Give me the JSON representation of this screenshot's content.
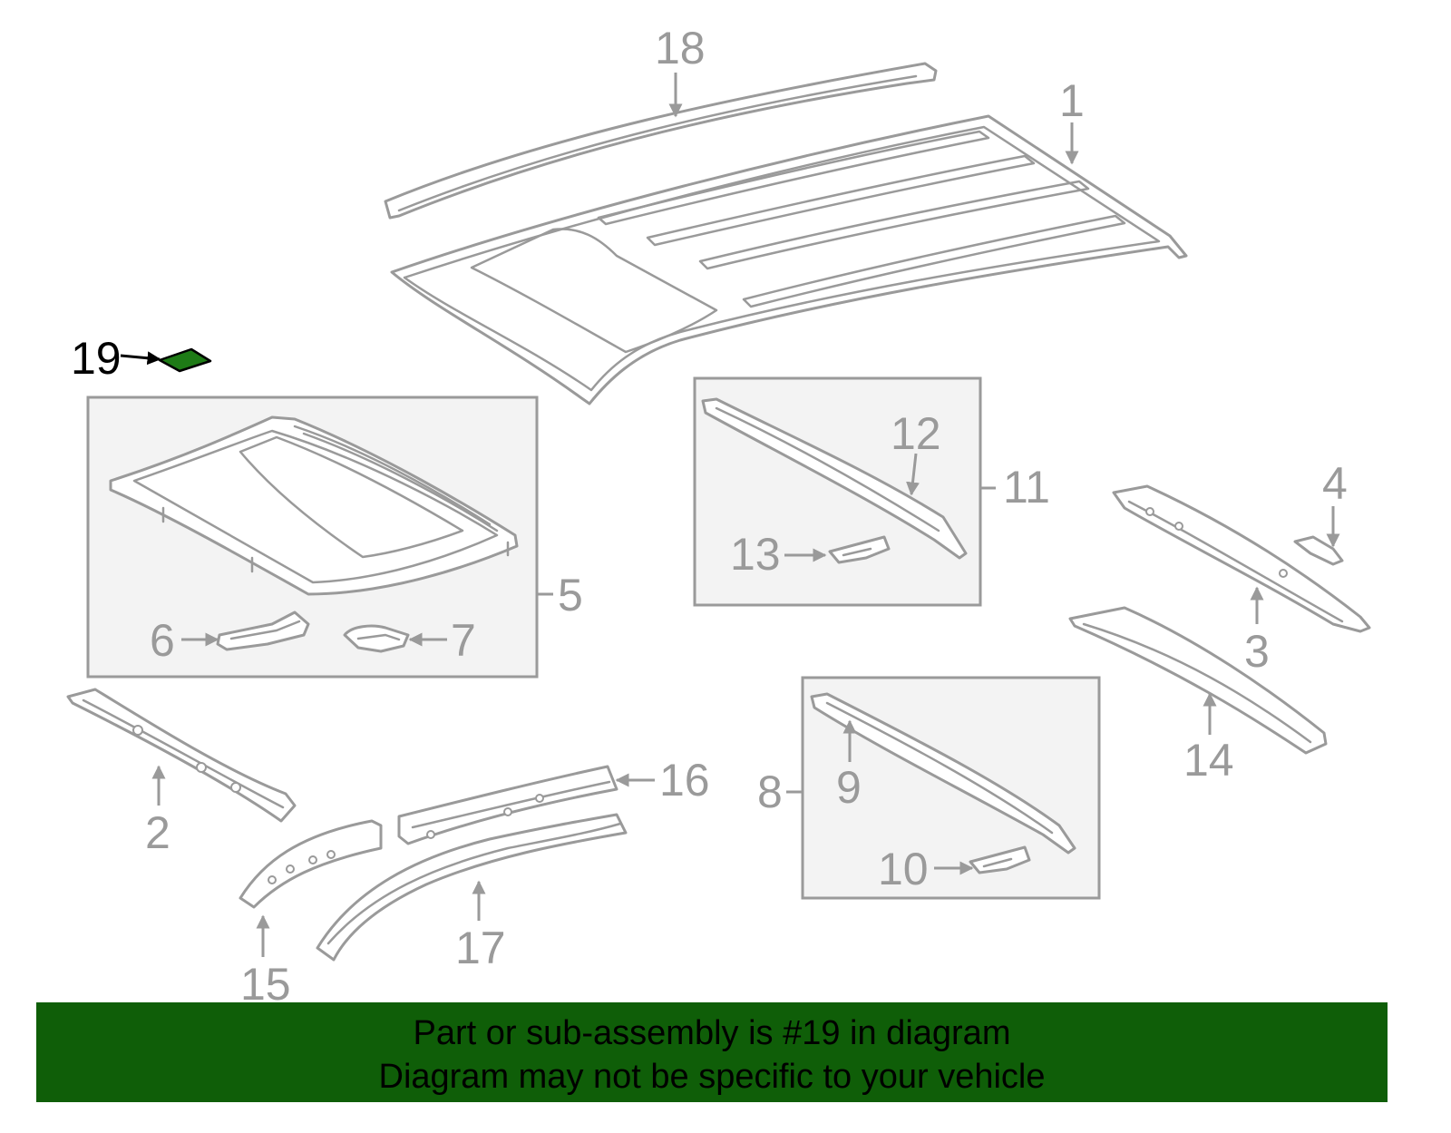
{
  "colors": {
    "line_gray": "#9a9a9a",
    "box_fill": "#f3f3f3",
    "highlight_part": "#1e7b16",
    "banner_bg": "#0f5e08",
    "banner_text": "#000000",
    "highlight_text": "#000000"
  },
  "callouts": {
    "c1": "1",
    "c2": "2",
    "c3": "3",
    "c4": "4",
    "c5": "5",
    "c6": "6",
    "c7": "7",
    "c8": "8",
    "c9": "9",
    "c10": "10",
    "c11": "11",
    "c12": "12",
    "c13": "13",
    "c14": "14",
    "c15": "15",
    "c16": "16",
    "c17": "17",
    "c18": "18",
    "c19": "19"
  },
  "highlighted_callout": "19",
  "banner": {
    "line1": "Part or sub-assembly is #19 in diagram",
    "line2": "Diagram may not be specific to your vehicle"
  }
}
